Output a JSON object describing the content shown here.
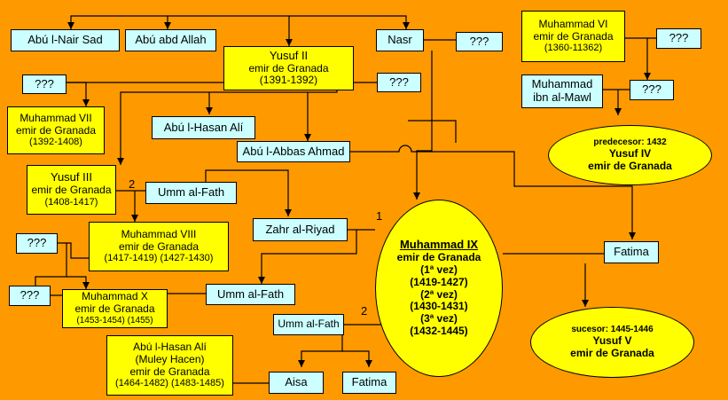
{
  "nodes": {
    "abul_nair": "Abú l-Nair Sad",
    "abd_allah": "Abú abd Allah",
    "nasr": "Nasr",
    "unk_nasr": "???",
    "yusuf2": {
      "name": "Yusuf II",
      "title": "emir de Granada",
      "years": "(1391-1392)"
    },
    "unk_y2_left": "???",
    "unk_y2_right": "???",
    "m7": {
      "name": "Muhammad VII",
      "title": "emir de Granada",
      "years": "(1392-1408)"
    },
    "abul_hasan_ali": "Abú l-Hasan Alí",
    "abul_abbas": "Abú l-Abbas Ahmad",
    "yusuf3": {
      "name": "Yusuf III",
      "title": "emir de Granada",
      "years": "(1408-1417)"
    },
    "umm_fath_1": "Umm al-Fath",
    "zahr": "Zahr al-Riyad",
    "m8": {
      "name": "Muhammad VIII",
      "title": "emir de Granada",
      "years": "(1417-1419) (1427-1430)"
    },
    "unk_m8_a": "???",
    "unk_m8_b": "???",
    "m10": {
      "name": "Muhammad X",
      "title": "emir de Granada",
      "years": "(1453-1454) (1455)"
    },
    "umm_fath_2": "Umm al-Fath",
    "umm_fath_3": "Umm al-Fath",
    "abul_hasan_muley": {
      "name": "Abú l-Hasan Alí",
      "alias": "(Muley Hacen)",
      "title": "emir de Granada",
      "years": "(1464-1482) (1483-1485)"
    },
    "aisa": "Aisa",
    "fatima_small": "Fatima",
    "m9": {
      "name": "Muhammad IX",
      "title": "emir de Granada",
      "r1": "(1ª vez)",
      "r1y": "(1419-1427)",
      "r2": "(2ª vez)",
      "r2y": "(1430-1431)",
      "r3": "(3ª vez)",
      "r3y": "(1432-1445)"
    },
    "m6": {
      "name": "Muhammad VI",
      "title": "emir de Granada",
      "years": "(1360-11362)"
    },
    "unk_m6": "???",
    "ibn_mawl": {
      "l1": "Muhammad",
      "l2": "ibn al-Mawl"
    },
    "unk_mawl": "???",
    "yusuf4": {
      "pre": "predecesor: 1432",
      "name": "Yusuf IV",
      "title": "emir de Granada"
    },
    "fatima": "Fatima",
    "yusuf5": {
      "pre": "sucesor: 1445-1446",
      "name": "Yusuf V",
      "title": "emir de Granada"
    }
  },
  "marriage_numbers": {
    "y3_umm": "2",
    "m9_zahr": "1",
    "m9_umm": "2"
  }
}
